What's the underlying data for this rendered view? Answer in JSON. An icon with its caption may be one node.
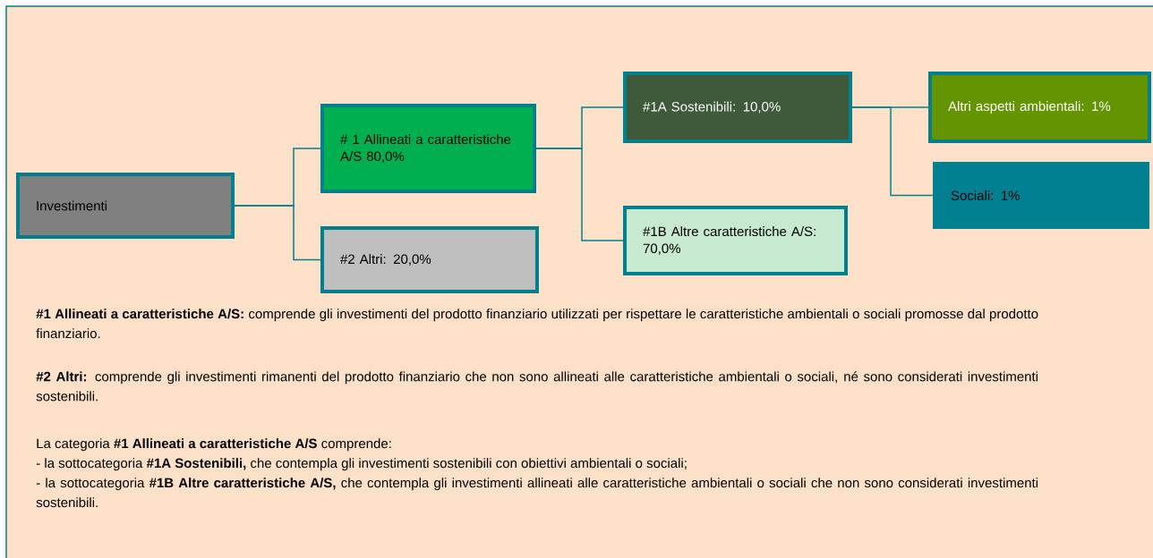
{
  "diagram": {
    "nodes": [
      {
        "text": [
          "Investimenti"
        ]
      },
      {
        "text": [
          "# 1 Allineati a caratteristiche A/S 80,0%"
        ]
      },
      {
        "text": [
          "#2 Altri:  20,0%"
        ]
      },
      {
        "text": [
          "#1A Sostenibili:  10,0%"
        ]
      },
      {
        "text": [
          "#1B Altre caratteristiche A/S:  70,0%"
        ]
      },
      {
        "text": [
          "Altri aspetti ambientali: 1%"
        ]
      },
      {
        "text": [
          "Sociali: 1%"
        ]
      }
    ],
    "edges": [
      {
        "from": 0,
        "to": 1,
        "arrow": "none"
      },
      {
        "from": 0,
        "to": 2,
        "arrow": "none"
      },
      {
        "from": 1,
        "to": 3,
        "arrow": "none"
      },
      {
        "from": 1,
        "to": 4,
        "arrow": "none"
      },
      {
        "from": 3,
        "to": 5,
        "arrow": "none"
      },
      {
        "from": 3,
        "to": 6,
        "arrow": "none"
      }
    ],
    "labels": [
      "**#1 Allineati a caratteristiche A/S:** comprende gli investimenti del prodotto finanziario utilizzati per rispettare le caratteristiche ambientali o sociali promosse dal prodotto finanziario.",
      "**#2 Altri:** comprende gli investimenti rimanenti del prodotto finanziario che non sono allineati alle caratteristiche ambientali o sociali, né sono considerati investimenti sostenibili.",
      "La categoria **#1 Allineati a caratteristiche A/S** comprende:",
      "- la sottocategoria **#1A Sostenibili,** che contempla gli investimenti sostenibili con obiettivi ambientali o sociali;",
      "- la sottocategoria **#1B Altre caratteristiche A/S,** che contempla gli investimenti allineati alle caratteristiche ambientali o sociali che non sono considerati investimenti sostenibili."
    ]
  }
}
